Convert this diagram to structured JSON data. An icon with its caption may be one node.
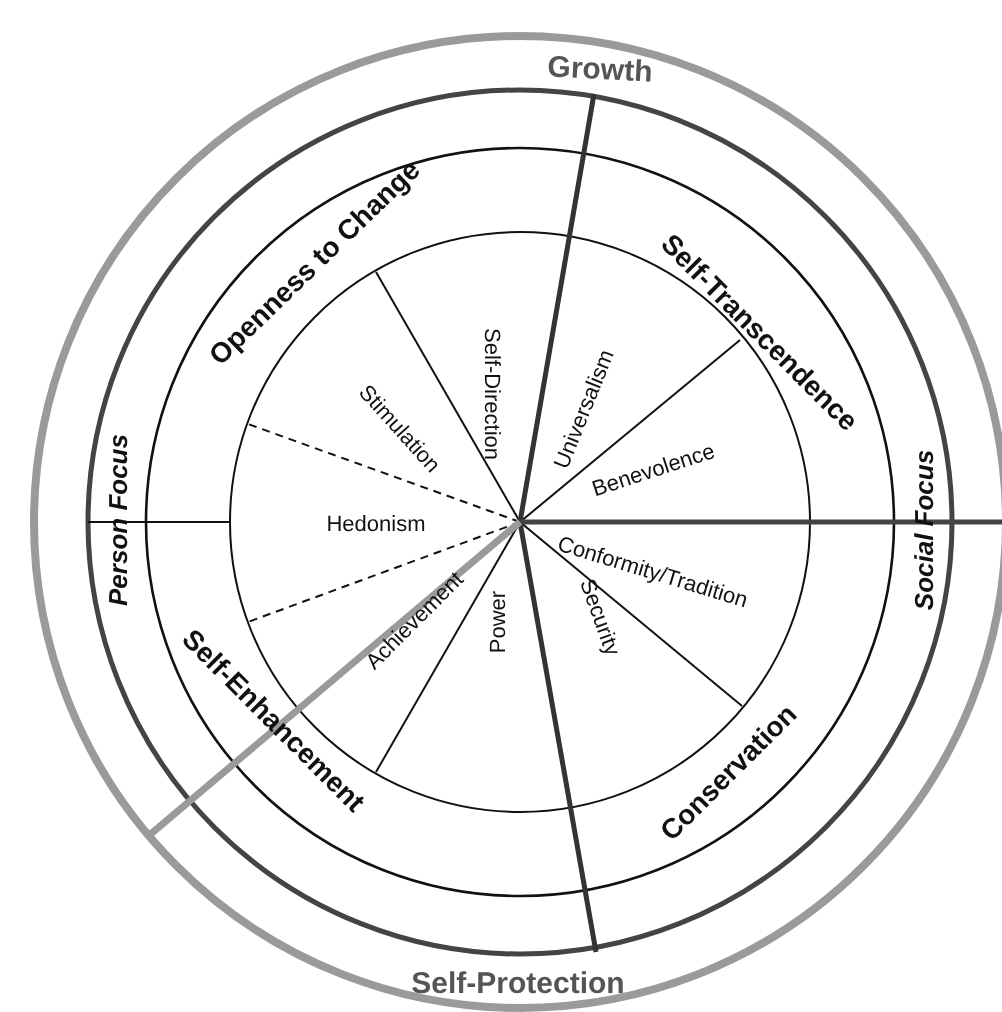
{
  "diagram": {
    "labels": [
      "Growth",
      "Openness to Change",
      "Self-Transcendence",
      "Self-Direction",
      "Stimulation",
      "Universalism",
      "Benevolence",
      "Person Focus",
      "Hedonism",
      "Social Focus",
      "Conformity/Tradition",
      "Achievement",
      "Power",
      "Security",
      "Self-Enhancement",
      "Conservation",
      "Self-Protection"
    ]
  }
}
